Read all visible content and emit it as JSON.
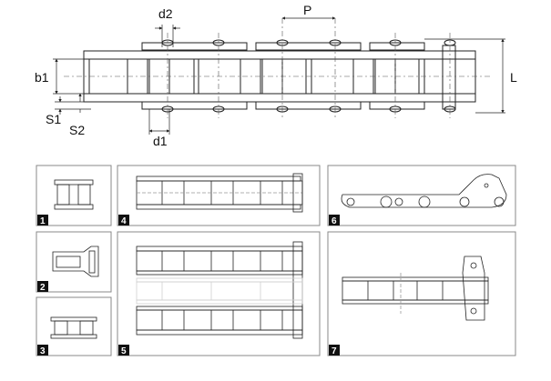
{
  "colors": {
    "outline": "#222222",
    "panel_border": "#8a8a8a",
    "badge_bg": "#111111",
    "badge_text": "#ffffff",
    "centerline": "#555555",
    "faded_outline": "#cfcfcf"
  },
  "main_diagram": {
    "labels": {
      "d2": "d2",
      "p": "P",
      "b1": "b1",
      "l": "L",
      "s1": "S1",
      "s2": "S2",
      "d1": "d1"
    }
  },
  "panels": [
    {
      "id": "1",
      "type": "single-short"
    },
    {
      "id": "2",
      "type": "single-cranked"
    },
    {
      "id": "3",
      "type": "inner-link"
    },
    {
      "id": "4",
      "type": "simplex-chain"
    },
    {
      "id": "5",
      "type": "triplex-chain"
    },
    {
      "id": "6",
      "type": "attachment-plate"
    },
    {
      "id": "7",
      "type": "chain-with-attachment"
    }
  ]
}
